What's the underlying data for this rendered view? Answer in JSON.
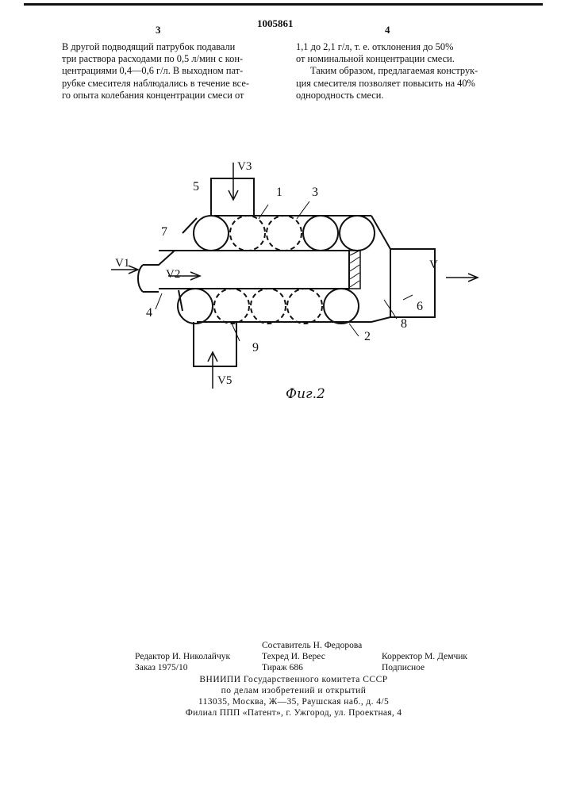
{
  "page": {
    "left_page_number": "3",
    "patent_number": "1005861",
    "right_page_number": "4"
  },
  "left_column": {
    "lines": [
      "В другой подводящий патрубок подавали",
      "три раствора расходами по 0,5 л/мин с кон-",
      "центрациями 0,4—0,6 г/л. В выходном пат-",
      "рубке смесителя наблюдались в течение все-",
      "го опыта колебания концентрации смеси от"
    ]
  },
  "right_column": {
    "paragraph1": [
      "1,1 до 2,1 г/л, т. е. отклонения до 50%",
      "от номинальной концентрации смеси."
    ],
    "paragraph2": [
      "Таким образом, предлагаемая конструк-",
      "ция смесителя позволяет повысить на 40%",
      "однородность смеси."
    ]
  },
  "figure": {
    "caption": "Фиг.2",
    "labels": {
      "n1": "1",
      "n2": "2",
      "n3": "3",
      "n4": "4",
      "n5": "5",
      "n6": "6",
      "n7": "7",
      "n8": "8",
      "n9": "9",
      "v": "V",
      "v1": "V1",
      "v2": "V2",
      "v3": "V3",
      "v5": "V5"
    }
  },
  "imprint": {
    "compiler": "Составитель Н. Федорова",
    "editor": "Редактор И. Николайчук",
    "tech_editor": "Техред И. Верес",
    "corrector": "Корректор М. Демчик",
    "order": "Заказ 1975/10",
    "circulation": "Тираж 686",
    "subscription": "Подписное",
    "org_line1": "ВНИИПИ Государственного комитета СССР",
    "org_line2": "по делам изобретений и открытий",
    "address": "113035, Москва, Ж—35, Раушская наб., д. 4/5",
    "branch": "Филиал ППП «Патент», г. Ужгород, ул. Проектная, 4"
  }
}
